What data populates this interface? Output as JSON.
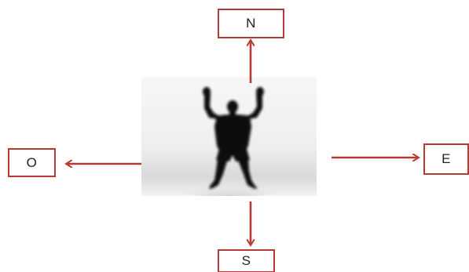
{
  "diagram": {
    "labels": {
      "north": "N",
      "west": "O",
      "east": "E",
      "south": "S"
    },
    "image": {
      "subject": "person-silhouette-arms-raised"
    },
    "colors": {
      "arrow": "#b53a36",
      "box_border": "#b53a36",
      "text": "#222222",
      "silhouette": "#0a0a0a"
    }
  }
}
